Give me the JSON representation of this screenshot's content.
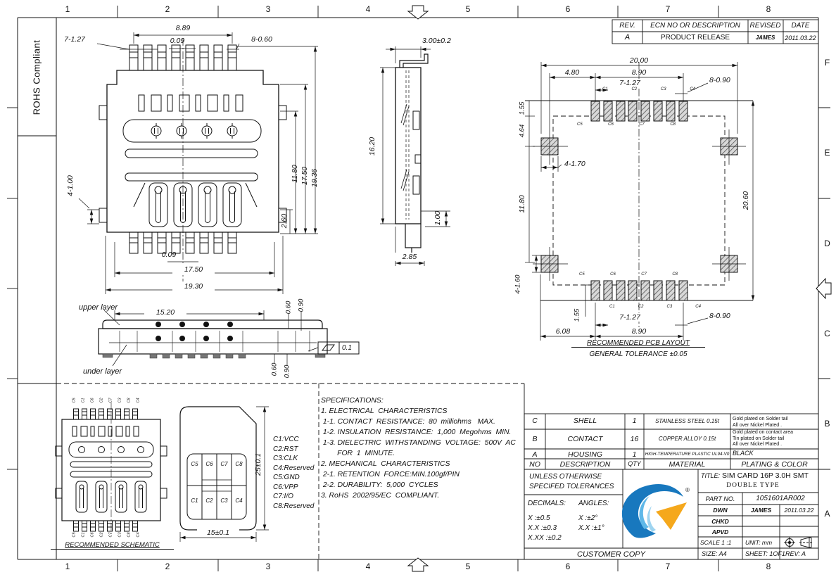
{
  "frame": {
    "cols": [
      "1",
      "2",
      "3",
      "4",
      "5",
      "6",
      "7",
      "8"
    ],
    "rows": [
      "F",
      "E",
      "D",
      "C",
      "B",
      "A"
    ],
    "rohs_label": "ROHS  Compliant"
  },
  "rev_table": {
    "col_rev": "REV.",
    "col_desc": "ECN  NO  OR  DESCRIPTION",
    "col_revised": "REVISED",
    "col_date": "DATE",
    "row": {
      "rev": "A",
      "desc": "PRODUCT  RELEASE",
      "revised": "JAMES",
      "date": "2011.03.22"
    }
  },
  "top_view": {
    "dim_span8": "8.89",
    "dim_pitch": "7-1.27",
    "dim_offset_t": "0.09",
    "dim_lead_w": "8-0.60",
    "dim_h1": "11.80",
    "dim_h2": "17.50",
    "dim_h3": "19.36",
    "dim_ear": "4-1.00",
    "dim_tail": "2.60",
    "dim_offset_b": "0.09",
    "dim_w1": "17.50",
    "dim_w2": "19.30"
  },
  "side_view": {
    "dim_height": "3.00±0.2",
    "dim_length": "16.20",
    "dim_stand": "1.00",
    "dim_tail": "2.85"
  },
  "section_view": {
    "upper_label": "upper  layer",
    "under_label": "under  layer",
    "dim_width": "15.20",
    "dim_t1": "0.60",
    "dim_t2": "0.90",
    "dim_b1": "0.60",
    "dim_b2": "0.90",
    "flatness": "0.1"
  },
  "pcb": {
    "dim_total_w": "20.00",
    "dim_left": "4.80",
    "dim_span": "8.90",
    "dim_pitch": "7-1.27",
    "dim_pad_w": "8-0.90",
    "dim_e1": "1.55",
    "dim_e2": "4.64",
    "dim_e3": "11.80",
    "dim_corner": "4-1.70",
    "dim_corner_b": "4-1.60",
    "dim_total_h": "20.60",
    "dim_b_e1": "1.55",
    "dim_b_left": "6.08",
    "dim_b_span": "8.90",
    "dim_b_pitch": "7-1.27",
    "dim_b_pad_w": "8-0.90",
    "pads_top_upper": [
      "C1",
      "C2",
      "C3",
      "C4"
    ],
    "pads_top_lower": [
      "C5",
      "C6",
      "C7",
      "C8"
    ],
    "pads_bot_upper": [
      "C5",
      "C6",
      "C7",
      "C8"
    ],
    "pads_bot_lower": [
      "C1",
      "C2",
      "C3",
      "C4"
    ],
    "caption1": "RECOMMENDED  PCB  LAYOUT",
    "caption2": "GENERAL  TOLERANCE  ±0.05"
  },
  "schematic": {
    "pins_top": [
      "C5",
      "C1",
      "C6",
      "C2",
      "C7",
      "C3",
      "C8",
      "C4"
    ],
    "pins_bottom": [
      "C5",
      "C1",
      "C6",
      "C2",
      "C7",
      "C3",
      "C8",
      "C4"
    ],
    "caption": "RECOMMENDED  SCHEMATIC"
  },
  "sim_card": {
    "dim_h": "25±0.1",
    "dim_w": "15±0.1",
    "pads_top": [
      "C5",
      "C6",
      "C7",
      "C8"
    ],
    "pads_bottom": [
      "C1",
      "C2",
      "C3",
      "C4"
    ],
    "pin_list": [
      "C1:VCC",
      "C2:RST",
      "C3:CLK",
      "C4:Reserved",
      "C5:GND",
      "C6:VPP",
      "C7:I/O",
      "C8:Reserved"
    ]
  },
  "specs": {
    "lines": [
      "SPECIFICATIONS:",
      "1. ELECTRICAL  CHARACTERISTICS",
      " 1-1. CONTACT  RESISTANCE:  80  milliohms   MAX.",
      " 1-2. INSULATION  RESISTANCE:  1,000  Megohms  MIN.",
      " 1-3. DIELECTRIC  WITHSTANDING  VOLTAGE:  500V  AC",
      "        FOR  1  MINUTE.",
      "2. MECHANICAL  CHARACTERISTICS",
      " 2-1. RETENTION  FORCE:MIN.100gf/PIN",
      " 2-2. DURABILITY:  5,000  CYCLES",
      "3. RoHS  2002/95/EC  COMPLIANT."
    ]
  },
  "bom": {
    "headers": {
      "no": "NO",
      "desc": "DESCRIPTION",
      "qty": "QTY",
      "material": "MATERIAL",
      "plating": "PLATING  &  COLOR"
    },
    "rows": [
      {
        "no": "C",
        "desc": "SHELL",
        "qty": "1",
        "material": "STAINLESS  STEEL  0.15t",
        "plating": [
          "Gold plated on Solder tail",
          "All over Nickel Plated ."
        ]
      },
      {
        "no": "B",
        "desc": "CONTACT",
        "qty": "16",
        "material": "COPPER  ALLOY  0.15t",
        "plating": [
          "Gold plated on contact area",
          "Tin plated on Solder tail",
          "All over Nickel Plated ."
        ]
      },
      {
        "no": "A",
        "desc": "HOUSING",
        "qty": "1",
        "material": "HIGH-TEMPERATURE PLASTIC UL94-V0",
        "plating": [
          "BLACK"
        ]
      }
    ]
  },
  "title_block": {
    "tol_line1": "UNLESS  OTHERWISE",
    "tol_line2": "SPECIFED  TOLERANCES",
    "decimals_label": "DECIMALS:",
    "angles_label": "ANGLES:",
    "tol_x": "X      :±0.5",
    "tol_xa": "X   :±2°",
    "tol_xx": "X.X   :±0.3",
    "tol_xxa": "X.X :±1°",
    "tol_xxx": "X.XX  :±0.2",
    "customer_copy": "CUSTOMER  COPY",
    "title_label": "TITLE:",
    "title1": "SIM CARD 16P 3.0H SMT",
    "title2": "DOUBLE  TYPE",
    "part_no_label": "PART  NO.",
    "part_no": "1051601AR002",
    "dwn_label": "DWN",
    "dwn": "JAMES",
    "dwn_date": "2011.03.22",
    "chkd_label": "CHKD",
    "apvd_label": "APVD",
    "scale": "SCALE  1 :1",
    "unit": "UNIT:   mm",
    "size": "SIZE:  A4",
    "sheet": "SHEET:  1OF1",
    "rev": "REV:  A",
    "registered": "®"
  },
  "colors": {
    "line": "#111111",
    "logo_blue": "#1878be",
    "logo_light_blue": "#5fb8e8",
    "logo_orange": "#f5a81c",
    "pad_hatch": "#d8d8d8"
  }
}
